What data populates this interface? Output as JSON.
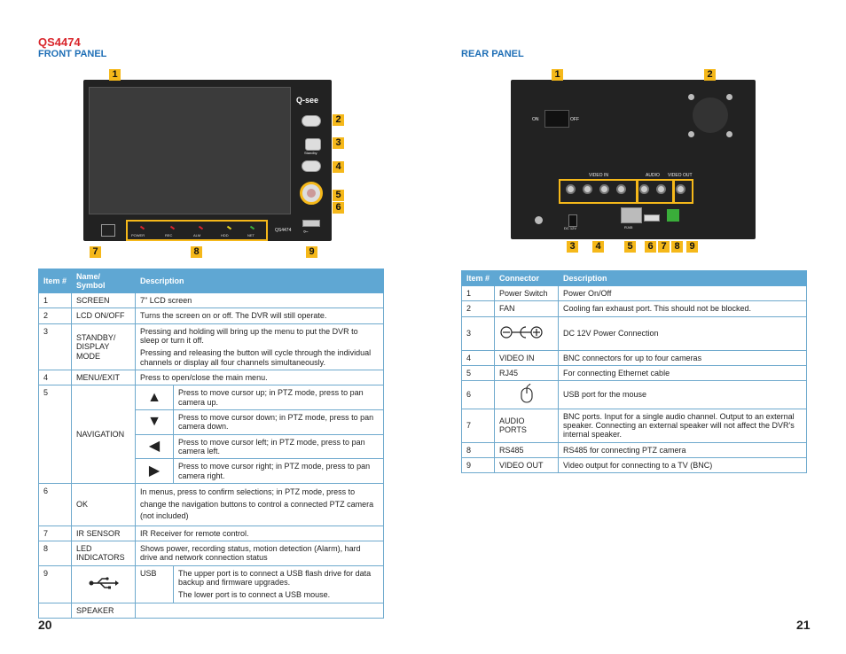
{
  "left_page": {
    "model": "QS4474",
    "section": "FRONT PANEL",
    "page_number": "20",
    "device": {
      "brand": "Q-see",
      "model_label": "QS4474",
      "standby_label": "Standby",
      "leds": [
        "POWER",
        "REC",
        "ALM",
        "HDD",
        "NET"
      ],
      "led_colors": [
        "#d9262c",
        "#d9262c",
        "#d9262c",
        "#e5d21e",
        "#3aae3a"
      ]
    },
    "callouts": [
      "1",
      "2",
      "3",
      "4",
      "5",
      "6",
      "7",
      "8",
      "9"
    ],
    "table": {
      "headers": [
        "Item #",
        "Name/ Symbol",
        "Description"
      ],
      "r1": {
        "item": "1",
        "name": "SCREEN",
        "desc": "7\" LCD screen"
      },
      "r2": {
        "item": "2",
        "name": "LCD ON/OFF",
        "desc": "Turns the screen on or off. The DVR will still operate."
      },
      "r3": {
        "item": "3",
        "name": "STANDBY/ DISPLAY MODE",
        "desc1": "Pressing and holding will bring up the menu to put the DVR to sleep or turn it off.",
        "desc2": "Pressing and releasing the button will cycle through the individual channels or display all four channels simultaneously."
      },
      "r4": {
        "item": "4",
        "name": "MENU/EXIT",
        "desc": "Press to open/close the main menu."
      },
      "r5": {
        "item": "5",
        "name": "NAVIGATION",
        "up": "Press to move cursor up; in PTZ mode, press to pan camera up.",
        "down": "Press to move cursor down; in PTZ mode, press to pan camera down.",
        "left": "Press to move cursor left; in PTZ mode, press to pan camera left.",
        "right": "Press to move cursor right; in PTZ mode, press to pan camera right."
      },
      "r6": {
        "item": "6",
        "name": "OK",
        "desc": "In menus, press to confirm selections; in PTZ mode, press to change the navigation buttons to control a connected PTZ camera (not included)"
      },
      "r7": {
        "item": "7",
        "name": "IR SENSOR",
        "desc": "IR Receiver for remote control."
      },
      "r8": {
        "item": "8",
        "name": "LED INDICATORS",
        "desc": "Shows power, recording status, motion detection (Alarm), hard drive and network connection status"
      },
      "r9": {
        "item": "9",
        "label": "USB",
        "desc1": "The upper port is to connect a USB flash drive for data backup and firmware upgrades.",
        "desc2": "The lower port is to connect a USB mouse."
      },
      "r10": {
        "name": "SPEAKER"
      }
    }
  },
  "right_page": {
    "section": "REAR PANEL",
    "page_number": "21",
    "device": {
      "on": "ON",
      "off": "OFF",
      "video_in": "VIDEO IN",
      "audio": "AUDIO",
      "video_out": "VIDEO OUT",
      "dc": "DC 12V",
      "rj45": "RJ45"
    },
    "callouts_top": [
      "1",
      "2"
    ],
    "callouts_bottom": [
      "3",
      "4",
      "5",
      "6",
      "7",
      "8",
      "9"
    ],
    "table": {
      "headers": [
        "Item #",
        "Connector",
        "Description"
      ],
      "rows": [
        {
          "item": "1",
          "conn": "Power Switch",
          "desc": "Power On/Off"
        },
        {
          "item": "2",
          "conn": "FAN",
          "desc": "Cooling fan exhaust port. This should not be blocked."
        },
        {
          "item": "3",
          "conn": "",
          "desc": "DC 12V Power Connection"
        },
        {
          "item": "4",
          "conn": "VIDEO IN",
          "desc": "BNC connectors for up to four cameras"
        },
        {
          "item": "5",
          "conn": "RJ45",
          "desc": "For connecting Ethernet cable"
        },
        {
          "item": "6",
          "conn": "",
          "desc": "USB port for the mouse"
        },
        {
          "item": "7",
          "conn": "AUDIO PORTS",
          "desc": "BNC ports. Input for a single audio channel. Output to an external speaker. Connecting an external speaker will not affect the DVR's internal speaker."
        },
        {
          "item": "8",
          "conn": "RS485",
          "desc": "RS485 for connecting PTZ camera"
        },
        {
          "item": "9",
          "conn": "VIDEO OUT",
          "desc": "Video output for connecting to a TV (BNC)"
        }
      ]
    }
  }
}
